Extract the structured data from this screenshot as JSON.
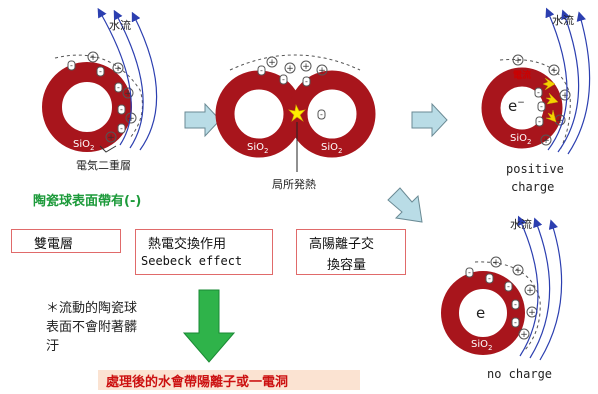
{
  "labels": {
    "water_flow": "水流",
    "sio2": "SiO",
    "sio2_sub": "2",
    "edl": "電気二重層",
    "local_heat": "局所発熱",
    "current": "電流",
    "electron": "e",
    "positive": "positive",
    "charge": "charge",
    "no_charge": "no charge",
    "surface_negative": "陶瓷球表面帶有(-)",
    "note_line1": "＊流動的陶瓷球",
    "note_line2": "表面不會附著髒",
    "note_line3": "汙",
    "result": "處理後的水會帶陽離子或一電洞"
  },
  "boxes": {
    "double_layer": "雙電層",
    "thermo_line1": "熱電交換作用",
    "thermo_line2": "Seebeck effect",
    "cation_line1": "高陽離子交",
    "cation_line2": "換容量"
  },
  "colors": {
    "ring": "#a8151c",
    "arrow_fill": "#b9dce6",
    "big_arrow": "#2fb34a",
    "green_text": "#1c9a3a",
    "box_border": "#e06a6a",
    "result_bg": "#fbe3d2",
    "result_text": "#cc1111",
    "flow_line": "#2c3fb0",
    "spark": "#ffee00",
    "yellow_arrow": "#f5d200"
  }
}
